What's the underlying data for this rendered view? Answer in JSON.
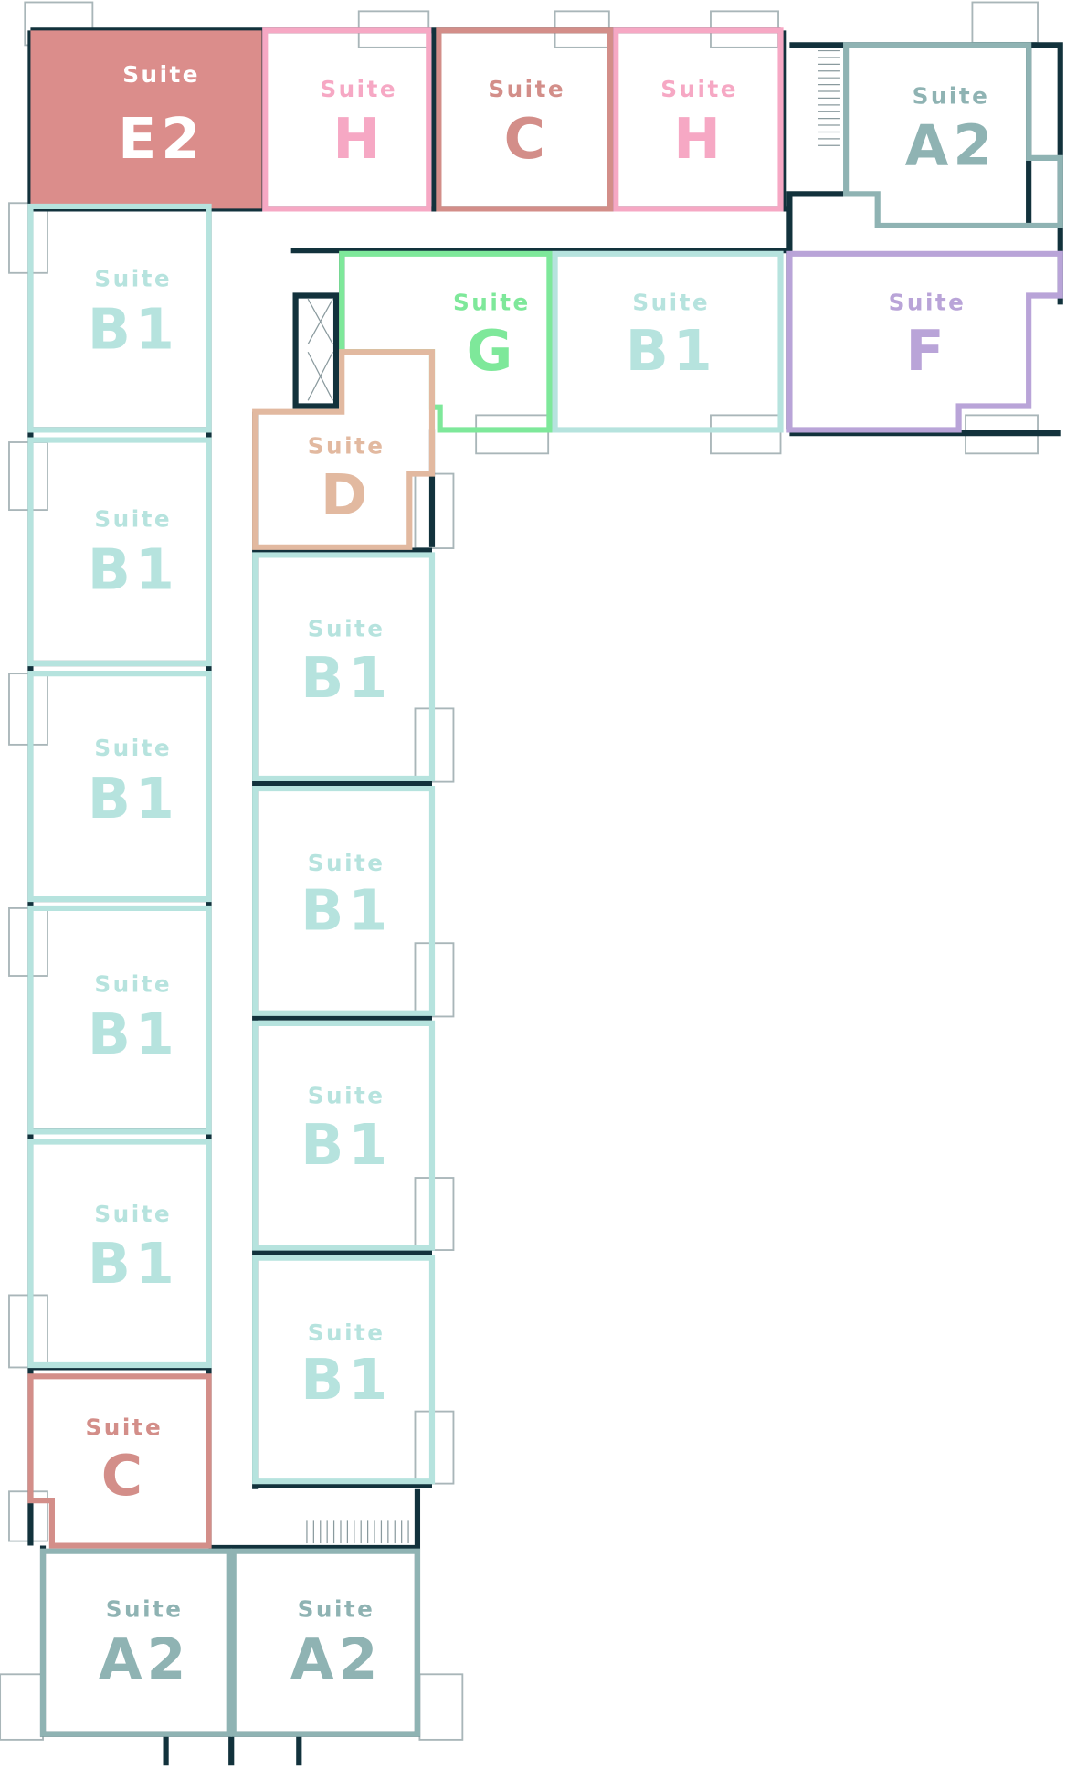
{
  "floorplan": {
    "colors": {
      "wall": "#12323c",
      "balcony": "#a9b6b9",
      "e2_fill": "#db8d8b",
      "suite_h": "#f6a8c4",
      "suite_c": "#d38e89",
      "suite_a2": "#8fb3b3",
      "suite_b1": "#b6e3de",
      "suite_g": "#7ee89a",
      "suite_f": "#b9a4d8",
      "suite_d": "#e2b9a0"
    },
    "suites": [
      {
        "id": "e2",
        "label": "Suite",
        "name": "E2",
        "color": "e2_fill",
        "filled": true
      },
      {
        "id": "h-1",
        "label": "Suite",
        "name": "H",
        "color": "suite_h"
      },
      {
        "id": "c-top",
        "label": "Suite",
        "name": "C",
        "color": "suite_c"
      },
      {
        "id": "h-2",
        "label": "Suite",
        "name": "H",
        "color": "suite_h"
      },
      {
        "id": "a2-top",
        "label": "Suite",
        "name": "A2",
        "color": "suite_a2"
      },
      {
        "id": "b1-left-1",
        "label": "Suite",
        "name": "B1",
        "color": "suite_b1"
      },
      {
        "id": "b1-left-2",
        "label": "Suite",
        "name": "B1",
        "color": "suite_b1"
      },
      {
        "id": "b1-left-3",
        "label": "Suite",
        "name": "B1",
        "color": "suite_b1"
      },
      {
        "id": "b1-left-4",
        "label": "Suite",
        "name": "B1",
        "color": "suite_b1"
      },
      {
        "id": "b1-left-5",
        "label": "Suite",
        "name": "B1",
        "color": "suite_b1"
      },
      {
        "id": "c-bottom",
        "label": "Suite",
        "name": "C",
        "color": "suite_c"
      },
      {
        "id": "a2-bottom-left",
        "label": "Suite",
        "name": "A2",
        "color": "suite_a2"
      },
      {
        "id": "a2-bottom-right",
        "label": "Suite",
        "name": "A2",
        "color": "suite_a2"
      },
      {
        "id": "g",
        "label": "Suite",
        "name": "G",
        "color": "suite_g"
      },
      {
        "id": "b1-top",
        "label": "Suite",
        "name": "B1",
        "color": "suite_b1"
      },
      {
        "id": "f",
        "label": "Suite",
        "name": "F",
        "color": "suite_f"
      },
      {
        "id": "d",
        "label": "Suite",
        "name": "D",
        "color": "suite_d"
      },
      {
        "id": "b1-mid-1",
        "label": "Suite",
        "name": "B1",
        "color": "suite_b1"
      },
      {
        "id": "b1-mid-2",
        "label": "Suite",
        "name": "B1",
        "color": "suite_b1"
      },
      {
        "id": "b1-mid-3",
        "label": "Suite",
        "name": "B1",
        "color": "suite_b1"
      },
      {
        "id": "b1-mid-4",
        "label": "Suite",
        "name": "B1",
        "color": "suite_b1"
      }
    ]
  }
}
